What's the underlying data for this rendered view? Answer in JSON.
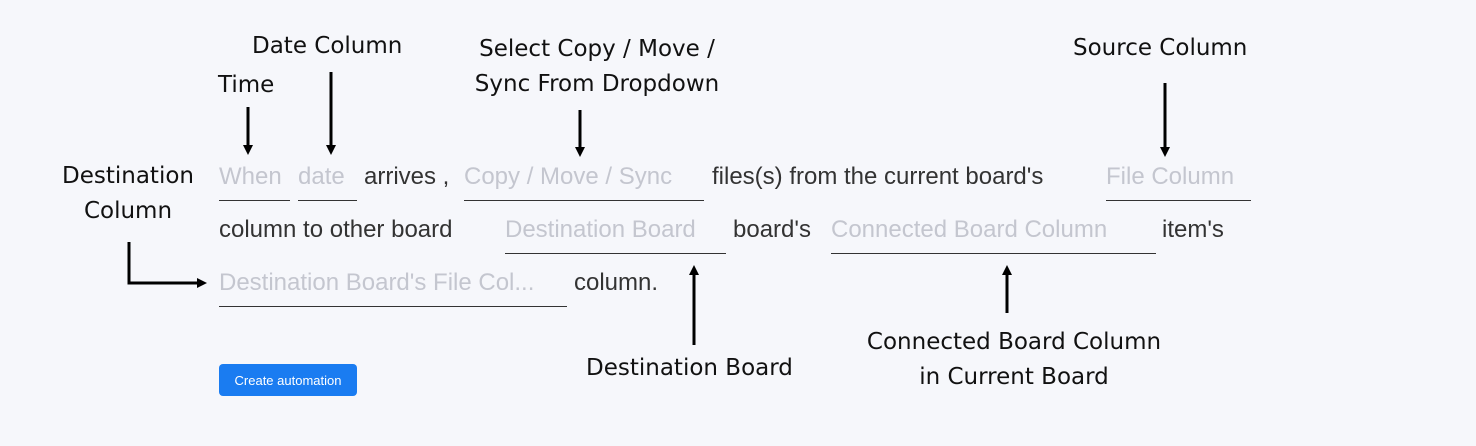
{
  "annotations": {
    "time": "Time",
    "date_column": "Date Column",
    "select_action_line1": "Select Copy / Move /",
    "select_action_line2": "Sync From Dropdown",
    "source_column": "Source Column",
    "destination_column_line1": "Destination",
    "destination_column_line2": "Column",
    "destination_board": "Destination Board",
    "connected_line1": "Connected Board Column",
    "connected_line2": "in Current Board"
  },
  "recipe": {
    "when_placeholder": "When",
    "date_placeholder": "date",
    "text_arrives": "arrives ,",
    "action_placeholder": "Copy / Move / Sync",
    "text_files_from": "files(s) from the current board's",
    "file_column_placeholder": "File Column",
    "text_column_to": "column to other board",
    "destination_board_placeholder": "Destination Board",
    "text_boards": "board's",
    "connected_column_placeholder": "Connected Board Column",
    "text_items": "item's",
    "destination_file_column_placeholder": "Destination Board's File Col...",
    "text_column_end": "column."
  },
  "button": {
    "create_label": "Create automation"
  },
  "colors": {
    "background": "#f6f7fb",
    "placeholder": "#c4c6cf",
    "text": "#333333",
    "button": "#1a7cf1"
  }
}
